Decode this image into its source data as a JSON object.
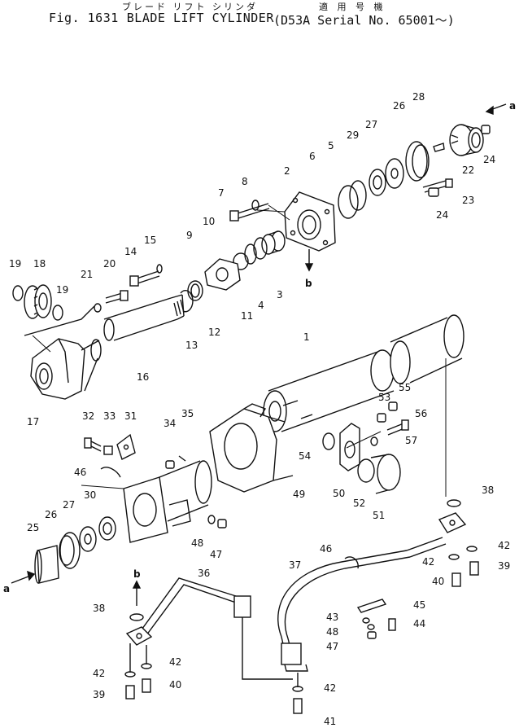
{
  "header": {
    "title_jp": "ブレード リフト シリンダ",
    "fig_label": "Fig. 1631",
    "title": "BLADE LIFT CYLINDER",
    "applicable_jp": "適 用 号 機",
    "serial": "D53A Serial No. 65001～"
  },
  "callouts": [
    {
      "id": "c1",
      "text": "1"
    },
    {
      "id": "c2",
      "text": "2"
    },
    {
      "id": "c3",
      "text": "3"
    },
    {
      "id": "c4",
      "text": "4"
    },
    {
      "id": "c5",
      "text": "5"
    },
    {
      "id": "c6",
      "text": "6"
    },
    {
      "id": "c7",
      "text": "7"
    },
    {
      "id": "c8",
      "text": "8"
    },
    {
      "id": "c9",
      "text": "9"
    },
    {
      "id": "c10",
      "text": "10"
    },
    {
      "id": "c11",
      "text": "11"
    },
    {
      "id": "c12",
      "text": "12"
    },
    {
      "id": "c13",
      "text": "13"
    },
    {
      "id": "c14",
      "text": "14"
    },
    {
      "id": "c15",
      "text": "15"
    },
    {
      "id": "c16",
      "text": "16"
    },
    {
      "id": "c17",
      "text": "17"
    },
    {
      "id": "c18",
      "text": "18"
    },
    {
      "id": "c19a",
      "text": "19"
    },
    {
      "id": "c19b",
      "text": "19"
    },
    {
      "id": "c20",
      "text": "20"
    },
    {
      "id": "c21",
      "text": "21"
    },
    {
      "id": "c22",
      "text": "22"
    },
    {
      "id": "c23",
      "text": "23"
    },
    {
      "id": "c24a",
      "text": "24"
    },
    {
      "id": "c24b",
      "text": "24"
    },
    {
      "id": "c25",
      "text": "25"
    },
    {
      "id": "c26a",
      "text": "26"
    },
    {
      "id": "c26b",
      "text": "26"
    },
    {
      "id": "c27a",
      "text": "27"
    },
    {
      "id": "c27b",
      "text": "27"
    },
    {
      "id": "c28",
      "text": "28"
    },
    {
      "id": "c29",
      "text": "29"
    },
    {
      "id": "c30",
      "text": "30"
    },
    {
      "id": "c31",
      "text": "31"
    },
    {
      "id": "c32",
      "text": "32"
    },
    {
      "id": "c33",
      "text": "33"
    },
    {
      "id": "c34",
      "text": "34"
    },
    {
      "id": "c35",
      "text": "35"
    },
    {
      "id": "c36",
      "text": "36"
    },
    {
      "id": "c37",
      "text": "37"
    },
    {
      "id": "c38a",
      "text": "38"
    },
    {
      "id": "c38b",
      "text": "38"
    },
    {
      "id": "c39a",
      "text": "39"
    },
    {
      "id": "c39b",
      "text": "39"
    },
    {
      "id": "c40a",
      "text": "40"
    },
    {
      "id": "c40b",
      "text": "40"
    },
    {
      "id": "c41",
      "text": "41"
    },
    {
      "id": "c42a",
      "text": "42"
    },
    {
      "id": "c42b",
      "text": "42"
    },
    {
      "id": "c42c",
      "text": "42"
    },
    {
      "id": "c42d",
      "text": "42"
    },
    {
      "id": "c42e",
      "text": "42"
    },
    {
      "id": "c43",
      "text": "43"
    },
    {
      "id": "c44",
      "text": "44"
    },
    {
      "id": "c45",
      "text": "45"
    },
    {
      "id": "c46a",
      "text": "46"
    },
    {
      "id": "c46b",
      "text": "46"
    },
    {
      "id": "c47a",
      "text": "47"
    },
    {
      "id": "c47b",
      "text": "47"
    },
    {
      "id": "c48a",
      "text": "48"
    },
    {
      "id": "c48b",
      "text": "48"
    },
    {
      "id": "c49",
      "text": "49"
    },
    {
      "id": "c50",
      "text": "50"
    },
    {
      "id": "c51",
      "text": "51"
    },
    {
      "id": "c52",
      "text": "52"
    },
    {
      "id": "c53",
      "text": "53"
    },
    {
      "id": "c54",
      "text": "54"
    },
    {
      "id": "c55",
      "text": "55"
    },
    {
      "id": "c56",
      "text": "56"
    },
    {
      "id": "c57",
      "text": "57"
    }
  ],
  "markers": {
    "a_top": "a",
    "a_bottom": "a",
    "b_top": "b",
    "b_bottom": "b"
  }
}
